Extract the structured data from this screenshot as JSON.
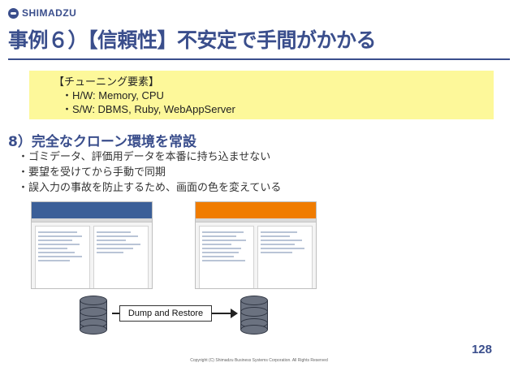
{
  "brand": {
    "logo_text": "SHIMADZU"
  },
  "slide": {
    "title": "事例６）【信頼性】不安定で手間がかかる",
    "note": {
      "heading": "【チューニング要素】",
      "lines": [
        "・H/W: Memory, CPU",
        "・S/W: DBMS, Ruby, WebAppServer"
      ]
    },
    "section_title": "8）完全なクローン環境を常設",
    "bullets": [
      "・ゴミデータ、評価用データを本番に持ち込ませない",
      "・要望を受けてから手動で同期",
      "・誤入力の事故を防止するため、画面の色を変えている"
    ],
    "diagram": {
      "label": "Dump and Restore"
    },
    "page_number": "128",
    "copyright": "Copyright (C) Shimadzu Business Systems Corporation. All Rights Reserved"
  },
  "colors": {
    "title": "#3a4e8c",
    "note_bg": "#fdf89a",
    "left_screen_header": "#3b5f98",
    "right_screen_header": "#f07c00"
  }
}
